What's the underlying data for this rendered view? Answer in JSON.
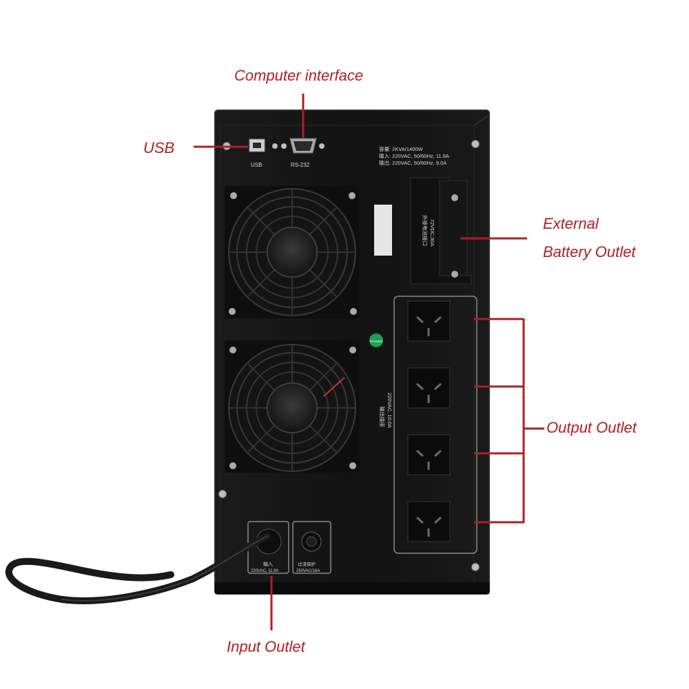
{
  "callouts": {
    "computer_interface": "Computer interface",
    "usb": "USB",
    "external_line1": "External",
    "external_line2": "Battery Outlet",
    "output_outlet": "Output Outlet",
    "input_outlet": "Input Outlet"
  },
  "panel": {
    "usb_label": "USB",
    "rs232_label": "RS-232",
    "spec_capacity": "容量: 2KVA/1400W",
    "spec_input": "输入: 220VAC, 50/60Hz, 11.9A",
    "spec_output": "输出: 220VAC, 50/60Hz, 9.0A",
    "battery_port_label": "外接电池接口",
    "battery_port_rating": "72VDC,30A",
    "output_sockets_label": "输出插座",
    "output_sockets_rating": "220VAC, 10.0A",
    "input_label": "输入",
    "input_rating": "220VAC, 11.9A",
    "breaker_label": "过流保护",
    "breaker_rating": "250VAC/16A",
    "green_sticker": "PASSED"
  },
  "colors": {
    "callout_red": "#b01e23",
    "chassis": "#141414",
    "ground_sticker": "#1f9f52"
  }
}
